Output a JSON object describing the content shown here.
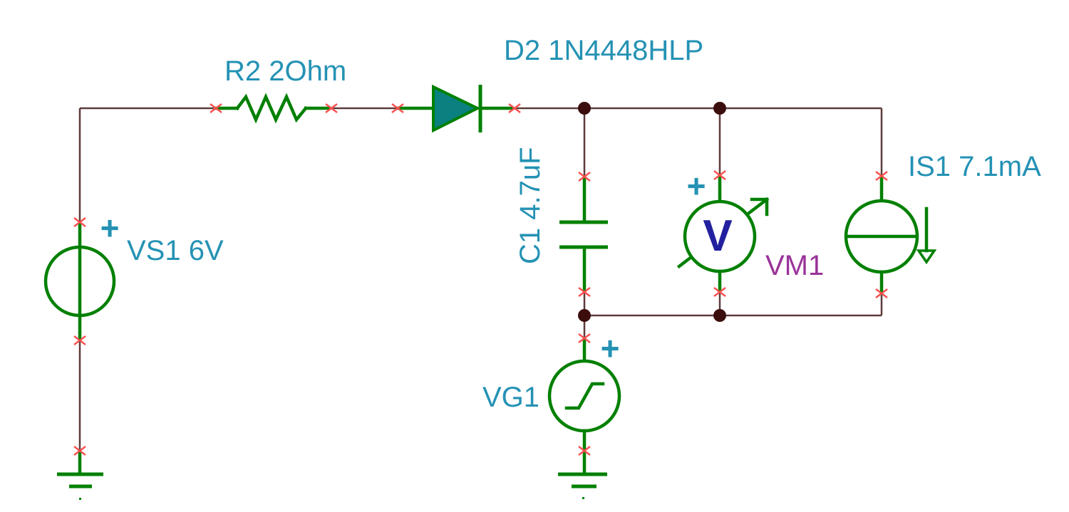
{
  "diagram": {
    "kind": "circuit-schematic",
    "colors": {
      "background": "#ffffff",
      "symbol_green": "#008000",
      "wire_maroon": "#5f3b3b",
      "junction_dot": "#3b0d0d",
      "pin_marker_red": "#f85050",
      "label_teal": "#2492b4",
      "diode_fill_teal": "#0a8080",
      "voltmeter_letter_navy": "#23209f",
      "voltmeter_label_purple": "#993399"
    },
    "components": [
      {
        "ref": "VS1",
        "type": "dc-voltage-source",
        "label": "VS1 6V",
        "polarity_marker": "+"
      },
      {
        "ref": "R2",
        "type": "resistor",
        "label": "R2 2Ohm"
      },
      {
        "ref": "D2",
        "type": "diode",
        "label": "D2 1N4448HLP"
      },
      {
        "ref": "C1",
        "type": "capacitor",
        "label": "C1 4.7uF"
      },
      {
        "ref": "VM1",
        "type": "voltmeter",
        "label": "VM1",
        "meter_letter": "V",
        "polarity_marker": "+"
      },
      {
        "ref": "IS1",
        "type": "current-source",
        "label": "IS1 7.1mA"
      },
      {
        "ref": "VG1",
        "type": "waveform-voltage-generator",
        "label": "VG1",
        "polarity_marker": "+"
      }
    ]
  }
}
